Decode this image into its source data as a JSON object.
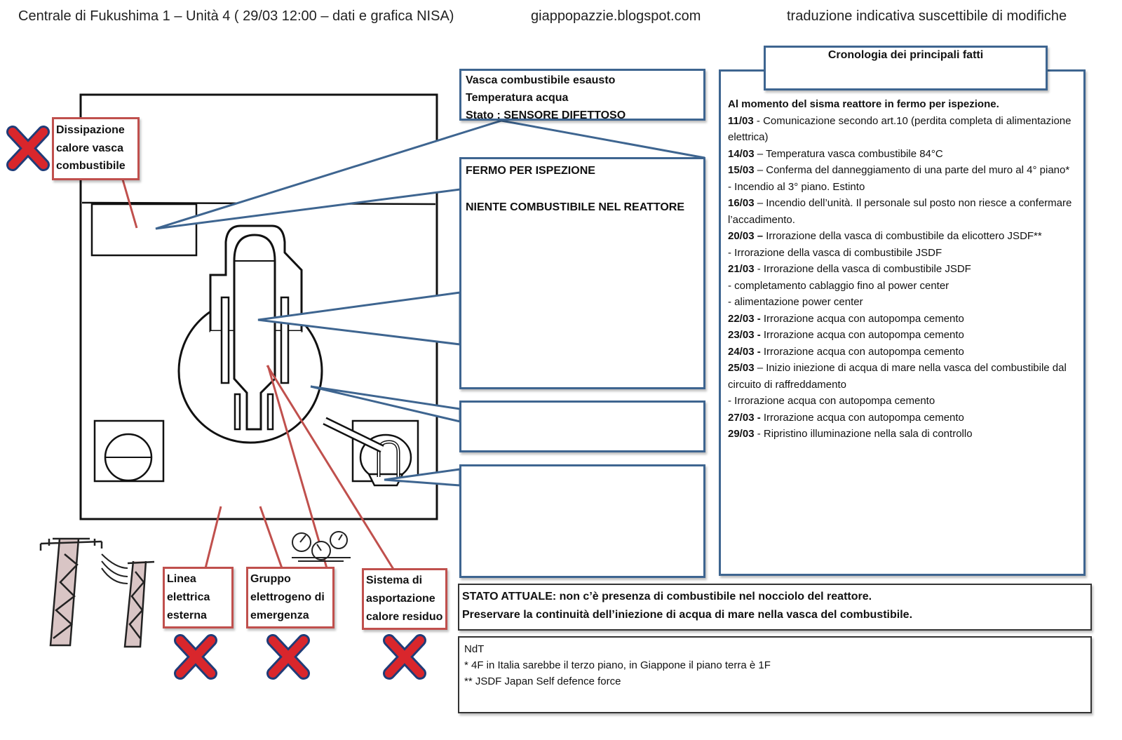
{
  "header": {
    "left": "Centrale di Fukushima 1 – Unità 4 (  29/03   12:00 – dati e grafica NISA)",
    "center": "giappopazzie.blogspot.com",
    "right": "traduzione indicativa suscettibile di modifiche"
  },
  "pool_box": {
    "line1": "Vasca combustibile esausto",
    "line2": "Temperatura acqua",
    "line3": "Stato : SENSORE DIFETTOSO"
  },
  "reactor_box": {
    "line1": "FERMO PER ISPEZIONE",
    "line2": "NIENTE COMBUSTIBILE NEL REATTORE"
  },
  "red_labels": {
    "pool_cooling": [
      "Dissipazione",
      "calore vasca",
      "combustibile"
    ],
    "power_line": [
      "Linea",
      "elettrica",
      "esterna"
    ],
    "generator": [
      "Gruppo",
      "elettrogeno  di",
      "emergenza"
    ],
    "residual_heat": [
      "Sistema di",
      "asportazione",
      "calore residuo"
    ]
  },
  "chronology": {
    "title": "Cronologia dei principali fatti",
    "intro": "Al momento del sisma reattore in fermo per ispezione.",
    "entries": [
      {
        "date": "11/03",
        "sep": " - ",
        "text": "Comunicazione secondo art.10 (perdita completa di alimentazione"
      },
      {
        "date": "",
        "sep": "",
        "text": "elettrica)"
      },
      {
        "date": "14/03",
        "sep": " – ",
        "text": "Temperatura vasca combustibile 84°C"
      },
      {
        "date": "15/03",
        "sep": " – ",
        "text": "Conferma del danneggiamento di una parte del muro al 4° piano*"
      },
      {
        "date": "",
        "sep": "",
        "text": "- Incendio al 3° piano. Estinto"
      },
      {
        "date": "16/03",
        "sep": " – ",
        "text": "Incendio dell’unità. Il personale sul posto non riesce a confermare"
      },
      {
        "date": "",
        "sep": "",
        "text": "l’accadimento."
      },
      {
        "date": "20/03 –",
        "sep": " ",
        "text": "Irrorazione della vasca di combustibile da elicottero JSDF**"
      },
      {
        "date": "",
        "sep": "",
        "text": "- Irrorazione della vasca di combustibile  JSDF"
      },
      {
        "date": "21/03",
        "sep": " - ",
        "text": "Irrorazione della vasca di combustibile  JSDF"
      },
      {
        "date": "",
        "sep": "",
        "text": "- completamento cablaggio fino al power center"
      },
      {
        "date": "",
        "sep": "",
        "text": "- alimentazione power center"
      },
      {
        "date": "22/03 -",
        "sep": " ",
        "text": "Irrorazione acqua con autopompa cemento"
      },
      {
        "date": "23/03 -",
        "sep": " ",
        "text": "Irrorazione acqua con autopompa cemento"
      },
      {
        "date": "24/03 -",
        "sep": " ",
        "text": "Irrorazione acqua con autopompa cemento"
      },
      {
        "date": "25/03",
        "sep": " – ",
        "text": "Inizio iniezione di acqua di mare nella vasca del combustibile dal"
      },
      {
        "date": "",
        "sep": "",
        "text": "circuito di raffreddamento"
      },
      {
        "date": "",
        "sep": "",
        "text": "- Irrorazione acqua con autopompa cemento"
      },
      {
        "date": "27/03 -",
        "sep": " ",
        "text": "Irrorazione acqua con autopompa cemento"
      },
      {
        "date": "29/03",
        "sep": " - ",
        "text": "Ripristino illuminazione nella sala di controllo"
      }
    ]
  },
  "status": {
    "line1": "STATO ATTUALE: non c’è presenza di combustibile nel nocciolo del reattore.",
    "line2": "Preservare la continuità dell’iniezione di acqua di mare nella vasca del combustibile."
  },
  "notes": {
    "title": "NdT",
    "lines": [
      "* 4F in Italia sarebbe il terzo piano, in Giappone il piano terra è 1F",
      "** JSDF Japan Self defence force"
    ]
  },
  "colors": {
    "blue": "#3e6590",
    "red": "#c0504d",
    "cross": "#d9262c",
    "cross_outline": "#1f3c78"
  }
}
